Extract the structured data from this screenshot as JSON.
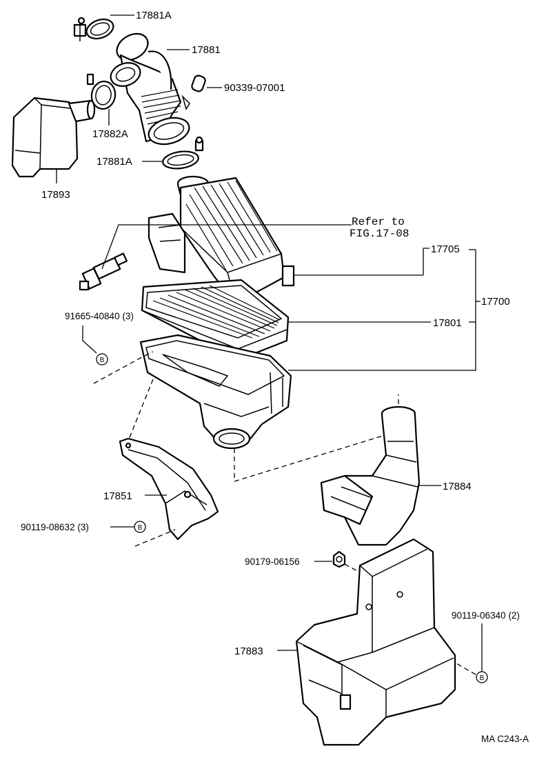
{
  "part_labels": {
    "p17881A_top": "17881A",
    "p17881": "17881",
    "p90339": "90339-07001",
    "p17882A": "17882A",
    "p17893": "17893",
    "p17881A_bottom": "17881A",
    "refer_line1": "Refer to",
    "refer_line2": "FIG.17-08",
    "p17705": "17705",
    "p17700": "17700",
    "p17801": "17801",
    "p91665": "91665-40840 (3)",
    "p17851": "17851",
    "p90119_08632": "90119-08632 (3)",
    "p17884": "17884",
    "p90179": "90179-06156",
    "p90119_06340": "90119-06340 (2)",
    "p17883": "17883"
  },
  "callout_letter": "B",
  "diagram_code": "MA  C243-A"
}
